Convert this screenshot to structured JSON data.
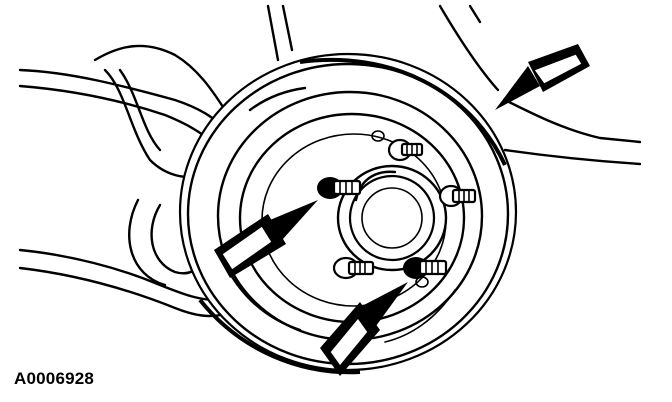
{
  "figure": {
    "caption": "A0006928",
    "icons": [
      "brake-rotor",
      "wheel-hub",
      "wheel-stud",
      "pointer-arrow"
    ]
  }
}
